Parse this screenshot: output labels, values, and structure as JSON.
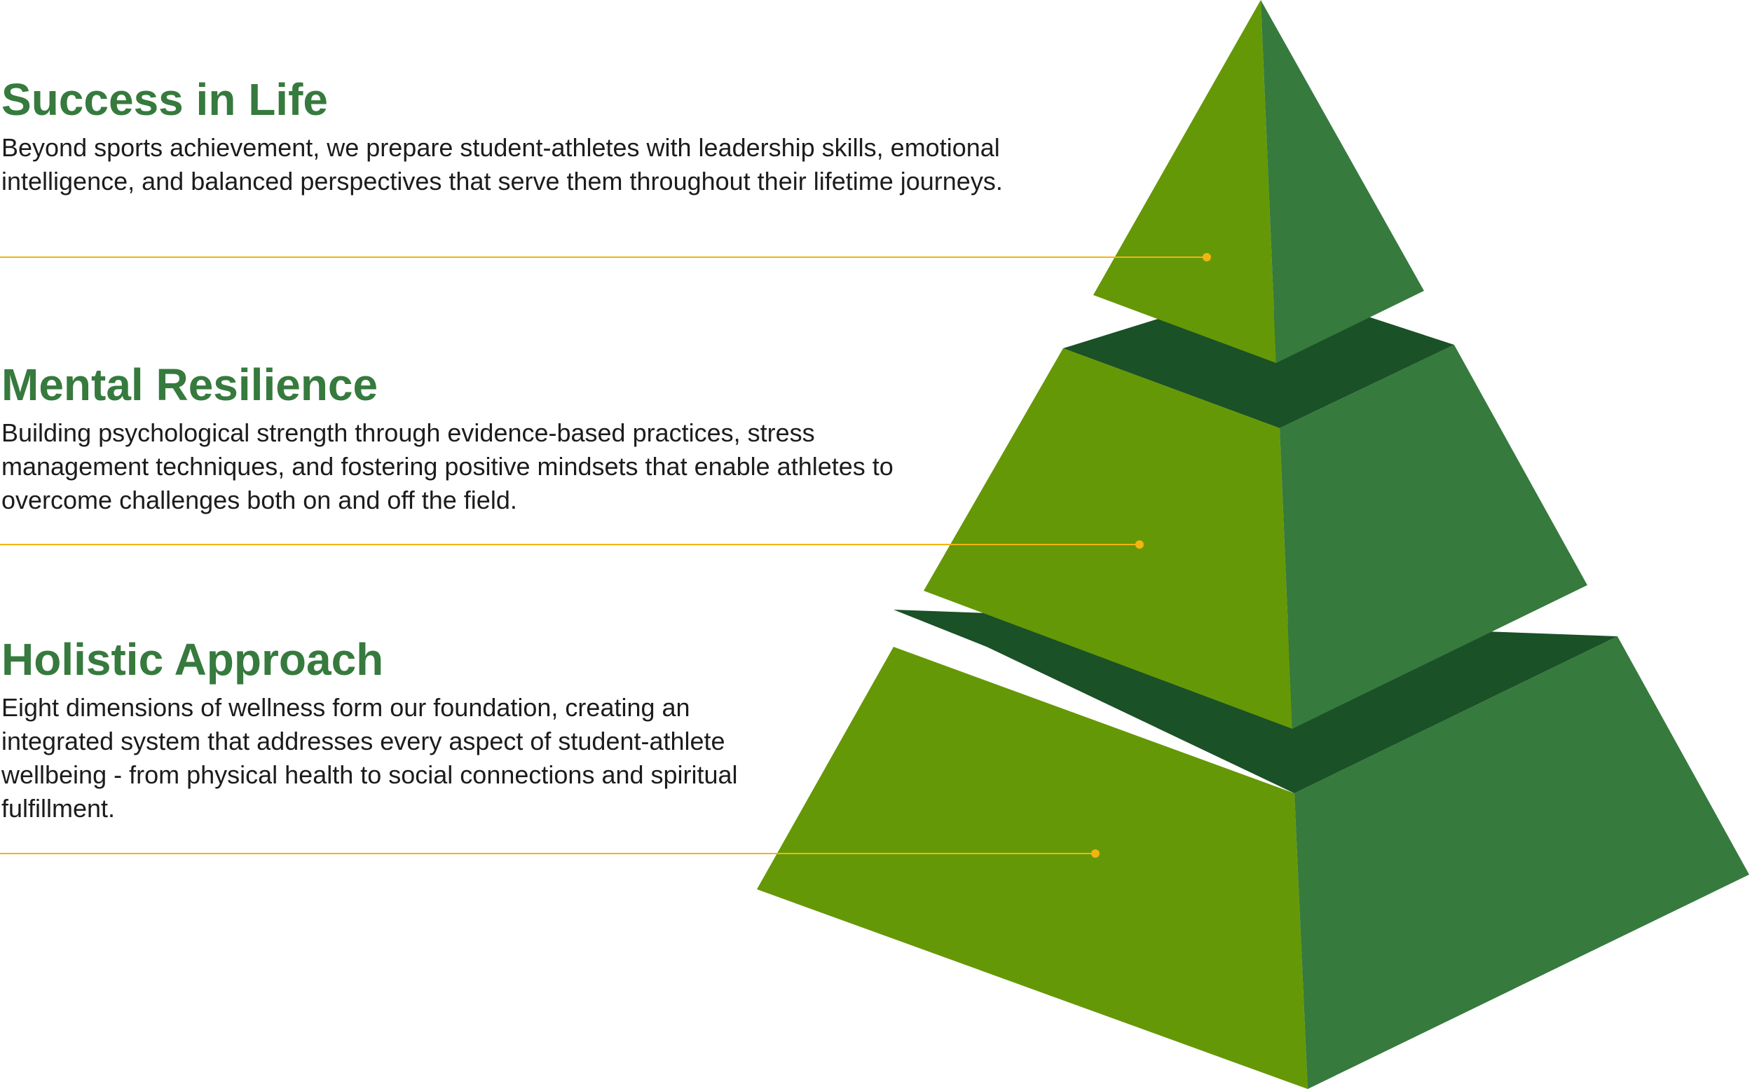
{
  "tiers": [
    {
      "id": "top",
      "title": "Success in Life",
      "description": "Beyond sports achievement, we prepare student-athletes with leadership skills, emotional intelligence, and balanced perspectives that serve them throughout their lifetime journeys."
    },
    {
      "id": "middle",
      "title": "Mental Resilience",
      "description": "Building psychological strength through evidence-based practices, stress management techniques, and fostering positive mindsets that enable athletes to overcome challenges both on and off the field."
    },
    {
      "id": "bottom",
      "title": "Holistic Approach",
      "description": "Eight dimensions of wellness form our foundation, creating an integrated system that addresses every aspect of student-athlete wellbeing - from physical health to social connections and spiritual fulfillment."
    }
  ],
  "colors": {
    "heading": "#367a3e",
    "body_text": "#1c1c1c",
    "face_light": "#659806",
    "face_dark": "#367a3e",
    "ledge": "#1a5126",
    "connector": "#f3b411"
  }
}
